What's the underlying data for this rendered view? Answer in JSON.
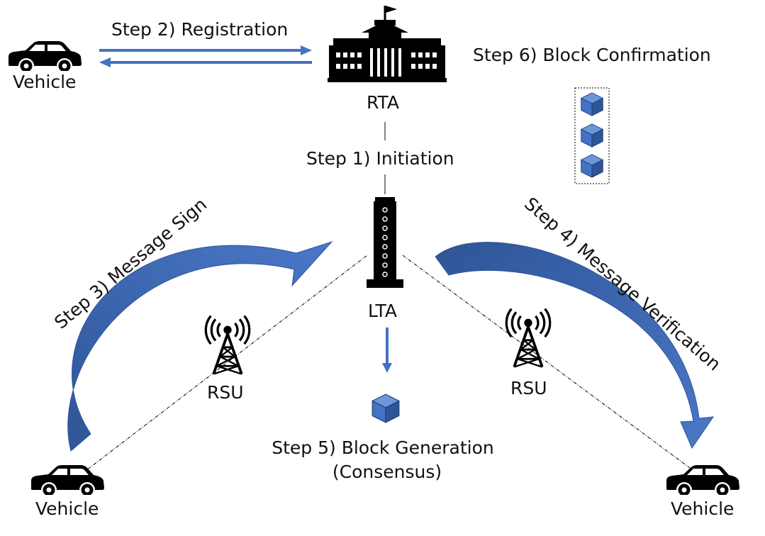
{
  "labels": {
    "vehicle_top": "Vehicle",
    "vehicle_bottom_left": "Vehicle",
    "vehicle_bottom_right": "Vehicle",
    "rta": "RTA",
    "lta": "LTA",
    "rsu_left": "RSU",
    "rsu_right": "RSU"
  },
  "steps": {
    "step1": "Step 1) Initiation",
    "step2": "Step 2) Registration",
    "step3": "Step 3) Message Sign",
    "step4": "Step 4) Message Verification",
    "step5_line1": "Step 5) Block Generation",
    "step5_line2": "(Consensus)",
    "step6": "Step 6) Block Confirmation"
  },
  "icons": {
    "vehicle": "car-icon",
    "rta": "government-building-icon",
    "lta": "office-tower-icon",
    "rsu": "cell-tower-icon",
    "block": "cube-icon"
  },
  "colors": {
    "arrow_blue": "#4472C4",
    "arrow_dark": "#2F5597",
    "cube_face": "#4472C4",
    "cube_top": "#6E95D8",
    "cube_side": "#2E5597",
    "icon_black": "#000000"
  }
}
